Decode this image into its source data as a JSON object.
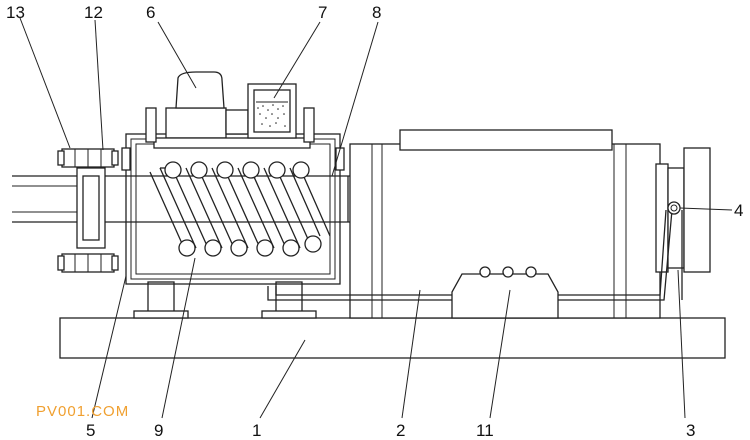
{
  "labels": {
    "l1": "1",
    "l2": "2",
    "l3": "3",
    "l4": "4",
    "l5": "5",
    "l6": "6",
    "l7": "7",
    "l8": "8",
    "l9": "9",
    "l11": "11",
    "l12": "12",
    "l13": "13"
  },
  "watermark": "PV001.COM",
  "colors": {
    "line": "#222222",
    "watermark": "#f0a030",
    "background": "#ffffff"
  }
}
